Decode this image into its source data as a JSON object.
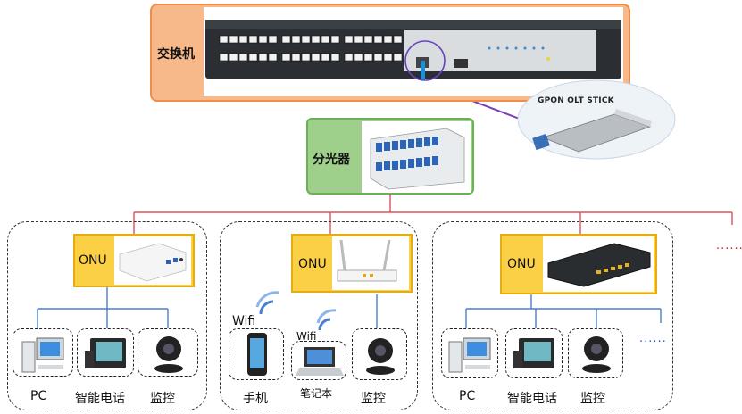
{
  "switch": {
    "label": "交换机"
  },
  "gpon": {
    "label": "GPON OLT STICK"
  },
  "splitter": {
    "label": "分光器"
  },
  "groups": [
    {
      "onu_label": "ONU",
      "devices": [
        "PC",
        "智能电话",
        "监控"
      ]
    },
    {
      "onu_label": "ONU",
      "wifi_labels": [
        "Wifi",
        "Wifi"
      ],
      "devices": [
        "手机",
        "笔记本",
        "监控"
      ]
    },
    {
      "onu_label": "ONU",
      "devices": [
        "PC",
        "智能电话",
        "监控"
      ]
    }
  ],
  "more_red": ".......",
  "more_blue": "......",
  "colors": {
    "fiber_line": "#e0505a",
    "lan_line": "#4a7fd0",
    "arrow": "#7a3db8"
  }
}
